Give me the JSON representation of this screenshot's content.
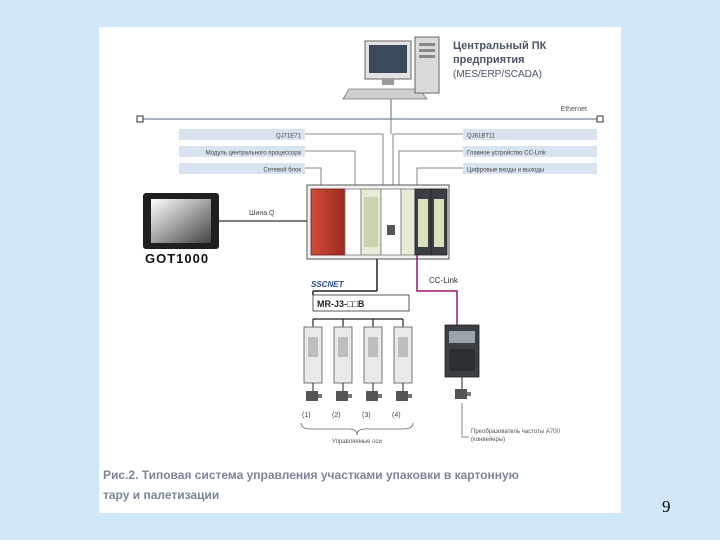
{
  "slide": {
    "page_number": "9"
  },
  "diagram": {
    "pc_title_line1": "Центральный ПК",
    "pc_title_line2": "предприятия",
    "pc_subtitle": "(MES/ERP/SCADA)",
    "ethernet_label": "Ethernet",
    "left_labels": [
      "QJ71E71",
      "Модуль центрального процессора",
      "Сетевой блок"
    ],
    "right_labels": [
      "QJ61BT11",
      "Главное устройство CC-Link",
      "Цифровые входы и выходы"
    ],
    "bus_label": "Шина Q",
    "got_logo": "GOT1000",
    "sscnet_logo": "SSCNET",
    "servo_model": "MR-J3-□□B",
    "cclink_label": "CC-Link",
    "axis_numbers": [
      "(1)",
      "(2)",
      "(3)",
      "(4)"
    ],
    "axes_label": "Управляемые оси",
    "inverter_label_line1": "Преобразователь частоты A700",
    "inverter_label_line2": "(конвейеры)",
    "caption_line1": "Рис.2. Типовая система управления участками упаковки в картонную",
    "caption_line2": "тару и палетизации"
  },
  "colors": {
    "slide_background": "#cfe7f7",
    "label_box": "#d8e3ef",
    "plc_red_module": "#c0392b",
    "cclink_line": "#a0156a",
    "caption_text": "#7a8599"
  }
}
